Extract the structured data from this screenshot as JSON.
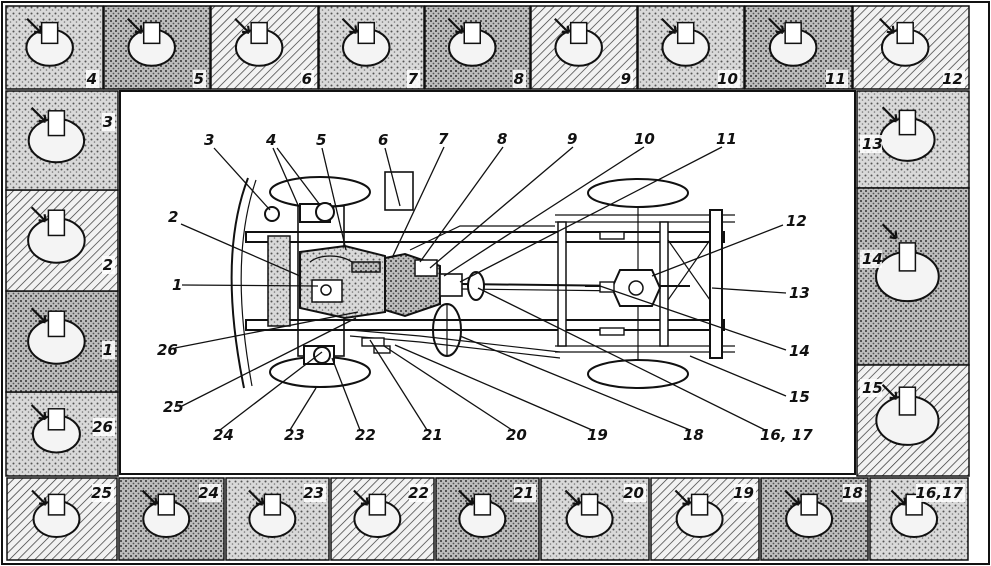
{
  "diagram": {
    "center_labels": [
      {
        "id": "c1",
        "text": "1"
      },
      {
        "id": "c2",
        "text": "2"
      },
      {
        "id": "c3",
        "text": "3"
      },
      {
        "id": "c4",
        "text": "4"
      },
      {
        "id": "c5",
        "text": "5"
      },
      {
        "id": "c6",
        "text": "6"
      },
      {
        "id": "c7",
        "text": "7"
      },
      {
        "id": "c8",
        "text": "8"
      },
      {
        "id": "c9",
        "text": "9"
      },
      {
        "id": "c10",
        "text": "10"
      },
      {
        "id": "c11",
        "text": "11"
      },
      {
        "id": "c12",
        "text": "12"
      },
      {
        "id": "c13",
        "text": "13"
      },
      {
        "id": "c14",
        "text": "14"
      },
      {
        "id": "c15",
        "text": "15"
      },
      {
        "id": "c1617",
        "text": "16, 17"
      },
      {
        "id": "c18",
        "text": "18"
      },
      {
        "id": "c19",
        "text": "19"
      },
      {
        "id": "c20",
        "text": "20"
      },
      {
        "id": "c21",
        "text": "21"
      },
      {
        "id": "c22",
        "text": "22"
      },
      {
        "id": "c23",
        "text": "23"
      },
      {
        "id": "c24",
        "text": "24"
      },
      {
        "id": "c25",
        "text": "25"
      },
      {
        "id": "c26",
        "text": "26"
      }
    ],
    "thumbnails": {
      "top": [
        "4",
        "5",
        "6",
        "7",
        "8",
        "9",
        "10",
        "11",
        "12"
      ],
      "right": [
        "13",
        "14",
        "15"
      ],
      "bottom": [
        "16,17",
        "18",
        "19",
        "20",
        "21",
        "22",
        "23",
        "24",
        "25"
      ],
      "left": [
        "26",
        "1",
        "2",
        "3"
      ]
    }
  }
}
